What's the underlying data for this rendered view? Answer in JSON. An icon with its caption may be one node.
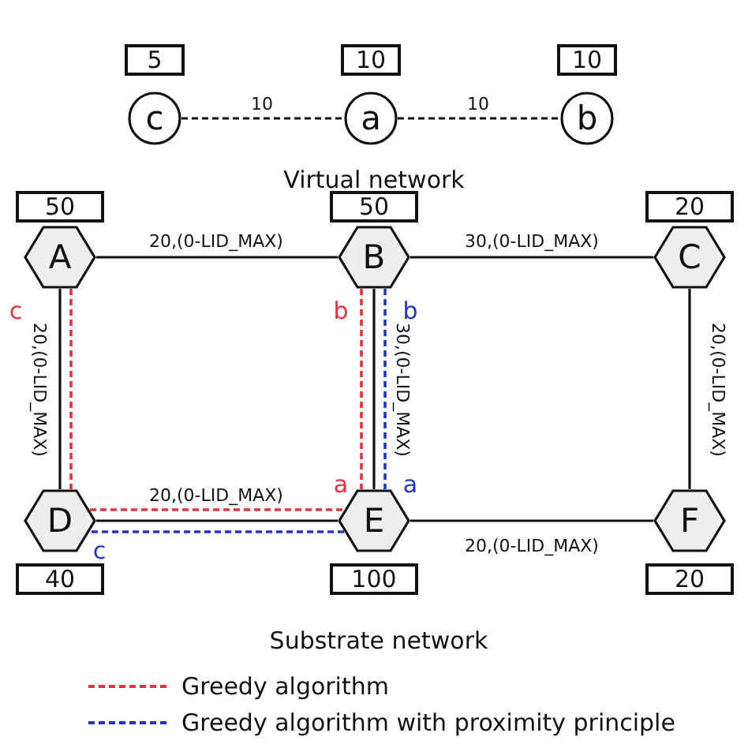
{
  "diagram": {
    "nodes": [
      {
        "text": [
          "c"
        ],
        "beside": [
          "5"
        ]
      },
      {
        "text": [
          "a"
        ],
        "beside": [
          "10"
        ]
      },
      {
        "text": [
          "b"
        ],
        "beside": [
          "10"
        ]
      },
      {
        "text": [
          "A"
        ],
        "beside": [
          "50"
        ]
      },
      {
        "text": [
          "B"
        ],
        "beside": [
          "50"
        ]
      },
      {
        "text": [
          "C"
        ],
        "beside": [
          "20"
        ]
      },
      {
        "text": [
          "D"
        ],
        "beside": [
          "40"
        ]
      },
      {
        "text": [
          "E"
        ],
        "beside": [
          "100"
        ]
      },
      {
        "text": [
          "F"
        ],
        "beside": [
          "20"
        ]
      }
    ],
    "edges": [
      {
        "from": 0,
        "to": 1,
        "arrow": "none",
        "label": "10",
        "style": "dashed"
      },
      {
        "from": 1,
        "to": 2,
        "arrow": "none",
        "label": "10",
        "style": "dashed"
      },
      {
        "from": 3,
        "to": 4,
        "arrow": "none",
        "label": "20,(0-LID_MAX)"
      },
      {
        "from": 4,
        "to": 5,
        "arrow": "none",
        "label": "30,(0-LID_MAX)"
      },
      {
        "from": 3,
        "to": 6,
        "arrow": "none",
        "label": "20,(0-LID_MAX)"
      },
      {
        "from": 4,
        "to": 7,
        "arrow": "none",
        "label": "30,(0-LID_MAX)"
      },
      {
        "from": 5,
        "to": 8,
        "arrow": "none",
        "label": "20,(0-LID_MAX)"
      },
      {
        "from": 6,
        "to": 7,
        "arrow": "none",
        "label": "20,(0-LID_MAX)"
      },
      {
        "from": 7,
        "to": 8,
        "arrow": "none",
        "label": "20,(0-LID_MAX)"
      },
      {
        "from": 3,
        "to": 6,
        "arrow": "none",
        "style": "dashed",
        "color": "#e8303f"
      },
      {
        "from": 6,
        "to": 7,
        "arrow": "none",
        "style": "dashed",
        "color": "#e8303f"
      },
      {
        "from": 4,
        "to": 7,
        "arrow": "none",
        "style": "dashed",
        "color": "#e8303f"
      },
      {
        "from": 4,
        "to": 7,
        "arrow": "none",
        "style": "dashed",
        "color": "#2233cc"
      },
      {
        "from": 7,
        "to": 6,
        "arrow": "none",
        "style": "dashed",
        "color": "#2233cc"
      }
    ],
    "labels": [
      "Virtual network",
      "c",
      "b",
      "b",
      "a",
      "a",
      "c",
      "Substrate network"
    ],
    "legend": [
      {
        "text": "Greedy algorithm",
        "color": "#e8303f"
      },
      {
        "text": "Greedy algorithm with proximity principle",
        "color": "#2233cc"
      }
    ]
  }
}
